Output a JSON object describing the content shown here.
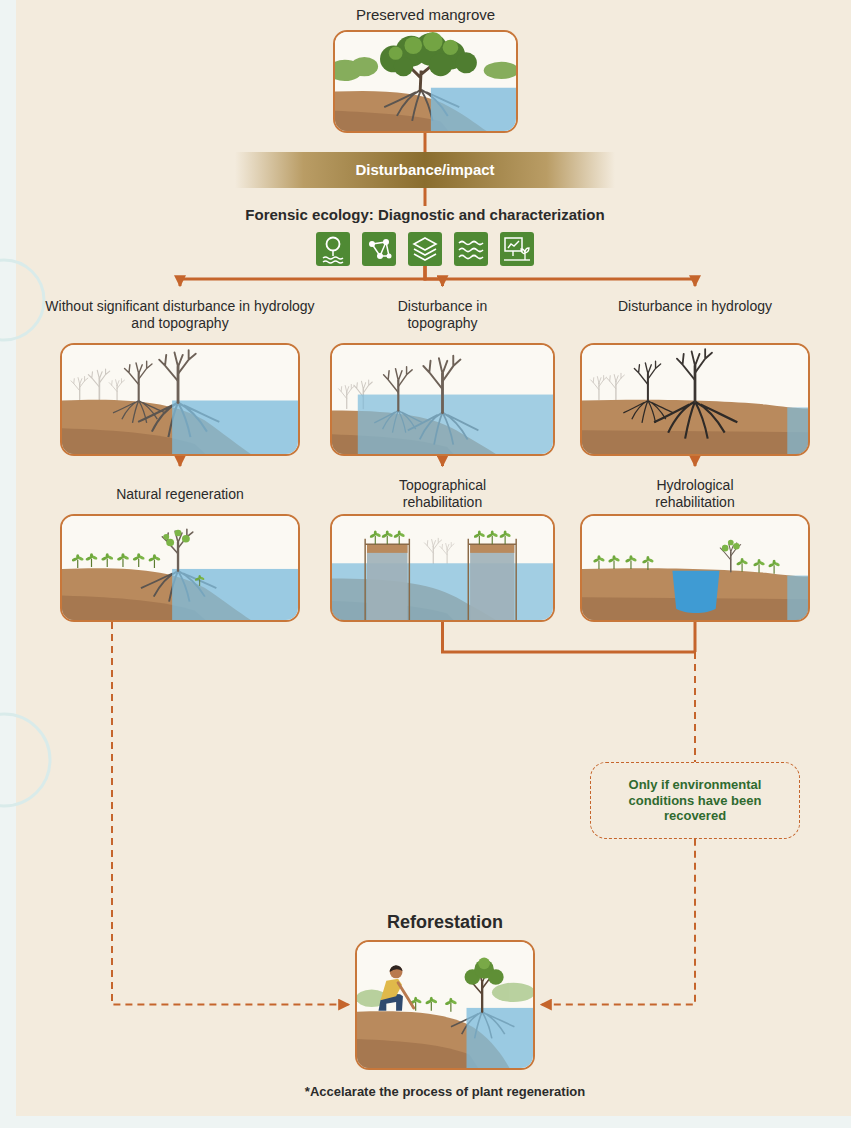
{
  "diagram": {
    "nodes": [
      {
        "text": [
          "Preserved mangrove"
        ]
      },
      {
        "text": [
          "Disturbance/impact"
        ]
      },
      {
        "text": [
          "Forensic ecology: Diagnostic and characterization"
        ]
      },
      {
        "text": [
          "Without significant disturbance in hydrology and topography"
        ]
      },
      {
        "text": [
          "Disturbance in topography"
        ]
      },
      {
        "text": [
          "Disturbance in hydrology"
        ]
      },
      {
        "text": [
          "Natural regeneration"
        ]
      },
      {
        "text": [
          "Topographical rehabilitation"
        ]
      },
      {
        "text": [
          "Hydrological rehabilitation"
        ]
      },
      {
        "text": [
          "Only if environmental conditions have been recovered"
        ]
      },
      {
        "text": [
          "Reforestation"
        ]
      }
    ],
    "edges": [
      {
        "from": 0,
        "to": 1,
        "arrow": "none"
      },
      {
        "from": 1,
        "to": 2,
        "arrow": "none"
      },
      {
        "from": 2,
        "to": 3,
        "arrow": "to"
      },
      {
        "from": 2,
        "to": 4,
        "arrow": "to"
      },
      {
        "from": 2,
        "to": 5,
        "arrow": "to"
      },
      {
        "from": 3,
        "to": 6,
        "arrow": "to"
      },
      {
        "from": 4,
        "to": 7,
        "arrow": "to"
      },
      {
        "from": 5,
        "to": 8,
        "arrow": "to"
      },
      {
        "from": 6,
        "to": 10,
        "arrow": "to"
      },
      {
        "from": 7,
        "to": 9,
        "arrow": "none"
      },
      {
        "from": 8,
        "to": 9,
        "arrow": "none"
      },
      {
        "from": 9,
        "to": 10,
        "arrow": "to"
      }
    ],
    "labels": [
      "*Accelarate the process of plant regeneration"
    ]
  }
}
